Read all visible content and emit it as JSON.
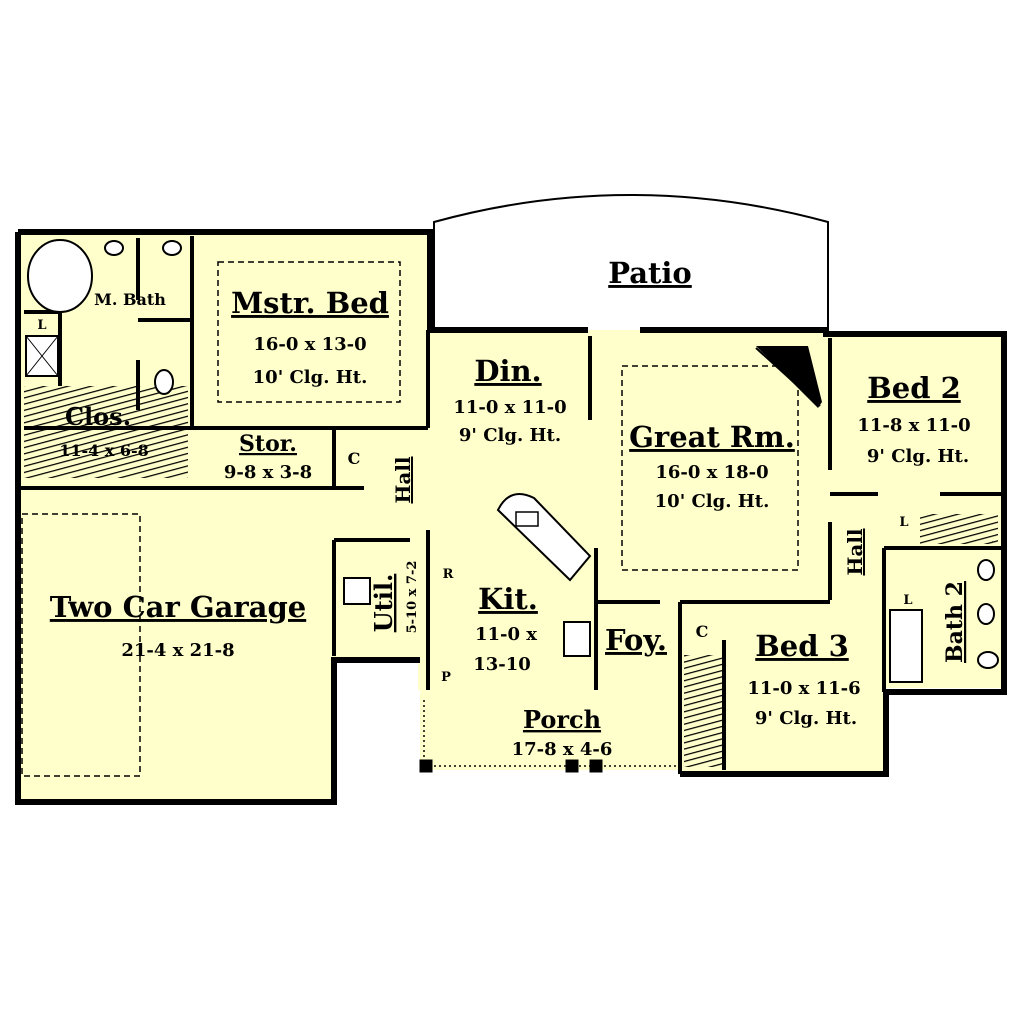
{
  "colors": {
    "floor": "#ffffcc",
    "wall": "#000000",
    "outside": "#ffffff"
  },
  "rooms": {
    "patio": {
      "name": "Patio"
    },
    "master_bath": {
      "name": "M. Bath",
      "laundry": "L"
    },
    "master_bed": {
      "name": "Mstr. Bed",
      "size": "16-0 x 13-0",
      "ceiling": "10' Clg. Ht."
    },
    "closet": {
      "name": "Clos.",
      "size": "11-4 x 6-8"
    },
    "storage": {
      "name": "Stor.",
      "size": "9-8 x 3-8",
      "closet_mark": "C"
    },
    "hall_left": {
      "name": "Hall"
    },
    "dining": {
      "name": "Din.",
      "size": "11-0 x 11-0",
      "ceiling": "9' Clg. Ht."
    },
    "great_room": {
      "name": "Great Rm.",
      "size": "16-0 x 18-0",
      "ceiling": "10' Clg. Ht."
    },
    "bed2": {
      "name": "Bed 2",
      "size": "11-8 x 11-0",
      "ceiling": "9' Clg. Ht.",
      "laundry": "L"
    },
    "hall_right": {
      "name": "Hall"
    },
    "bath2": {
      "name": "Bath 2",
      "laundry": "L"
    },
    "garage": {
      "name": "Two Car Garage",
      "size": "21-4 x 21-8"
    },
    "utility": {
      "name": "Util.",
      "size": "5-10 x 7-2"
    },
    "kitchen": {
      "name": "Kit.",
      "size_line1": "11-0 x",
      "size_line2": "13-10",
      "fridge": "R",
      "pantry": "P"
    },
    "foyer": {
      "name": "Foy.",
      "closet_mark": "C"
    },
    "bed3": {
      "name": "Bed 3",
      "size": "11-0 x 11-6",
      "ceiling": "9' Clg. Ht."
    },
    "porch": {
      "name": "Porch",
      "size": "17-8 x 4-6"
    }
  }
}
